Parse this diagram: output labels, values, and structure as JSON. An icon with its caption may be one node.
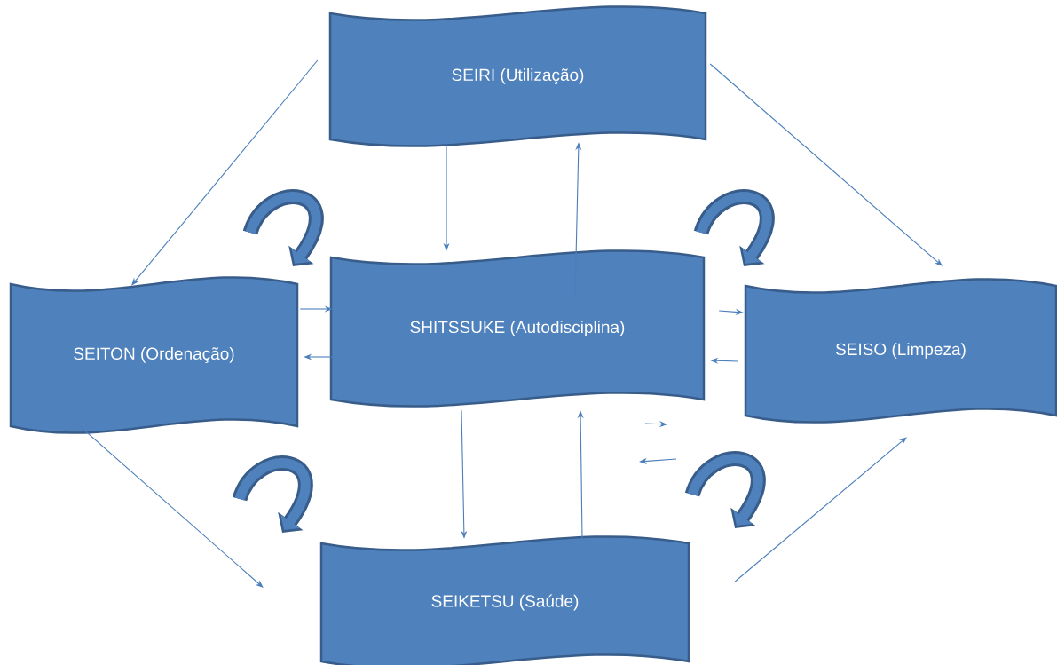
{
  "diagram": {
    "nodes": [
      {
        "text": [
          "SEIRI (Utilização)"
        ]
      },
      {
        "text": [
          "SEITON (Ordenação)"
        ]
      },
      {
        "text": [
          "SHITSSUKE (Autodisciplina)"
        ]
      },
      {
        "text": [
          "SEISO (Limpeza)"
        ]
      },
      {
        "text": [
          "SEIKETSU (Saúde)"
        ]
      }
    ],
    "edges": [
      {
        "from": 0,
        "to": 1,
        "arrow": "to"
      },
      {
        "from": 0,
        "to": 3,
        "arrow": "to"
      },
      {
        "from": 0,
        "to": 2,
        "arrow": "to"
      },
      {
        "from": 2,
        "to": 0,
        "arrow": "to"
      },
      {
        "from": 1,
        "to": 2,
        "arrow": "to"
      },
      {
        "from": 2,
        "to": 1,
        "arrow": "to"
      },
      {
        "from": 2,
        "to": 3,
        "arrow": "to"
      },
      {
        "from": 3,
        "to": 2,
        "arrow": "to"
      },
      {
        "from": 1,
        "to": 4,
        "arrow": "to"
      },
      {
        "from": 2,
        "to": 4,
        "arrow": "to"
      },
      {
        "from": 4,
        "to": 2,
        "arrow": "to"
      },
      {
        "from": 4,
        "to": 3,
        "arrow": "to"
      }
    ]
  }
}
